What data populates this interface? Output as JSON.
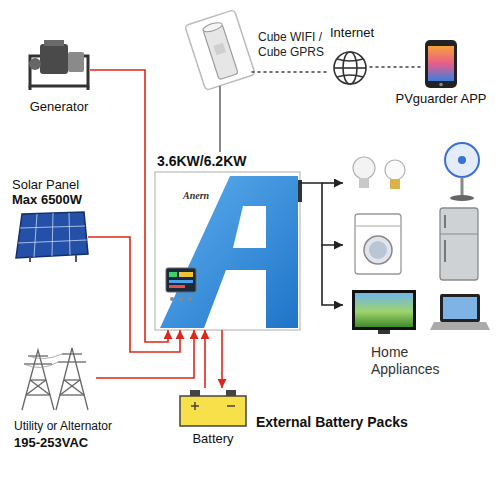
{
  "diagram": {
    "nodes": [
      {
        "text": [
          "Generator"
        ]
      },
      {
        "text": [
          "Solar Panel",
          "Max 6500W"
        ]
      },
      {
        "text": [
          "Utility or Alternator",
          "195-253VAC"
        ]
      },
      {
        "text": [
          "Cube WIFI / Cube GPRS"
        ]
      },
      {
        "text": [
          "Internet"
        ]
      },
      {
        "text": [
          "PVguarder APP"
        ]
      },
      {
        "text": [
          "3.6KW/6.2KW",
          "Anern"
        ]
      },
      {
        "text": [
          "Home Appliances"
        ]
      },
      {
        "text": [
          "Battery"
        ]
      }
    ],
    "edges": [
      {
        "from": 0,
        "to": 6,
        "arrow": "to"
      },
      {
        "from": 1,
        "to": 6,
        "arrow": "to"
      },
      {
        "from": 2,
        "to": 6,
        "arrow": "to"
      },
      {
        "from": 3,
        "to": 6,
        "arrow": "none"
      },
      {
        "from": 3,
        "to": 4,
        "arrow": "none"
      },
      {
        "from": 4,
        "to": 5,
        "arrow": "none"
      },
      {
        "from": 6,
        "to": 7,
        "arrow": "to"
      },
      {
        "from": 8,
        "to": 6,
        "arrow": "to"
      },
      {
        "from": 6,
        "to": 8,
        "arrow": "to"
      }
    ],
    "labels": [
      "External Battery Packs"
    ]
  }
}
